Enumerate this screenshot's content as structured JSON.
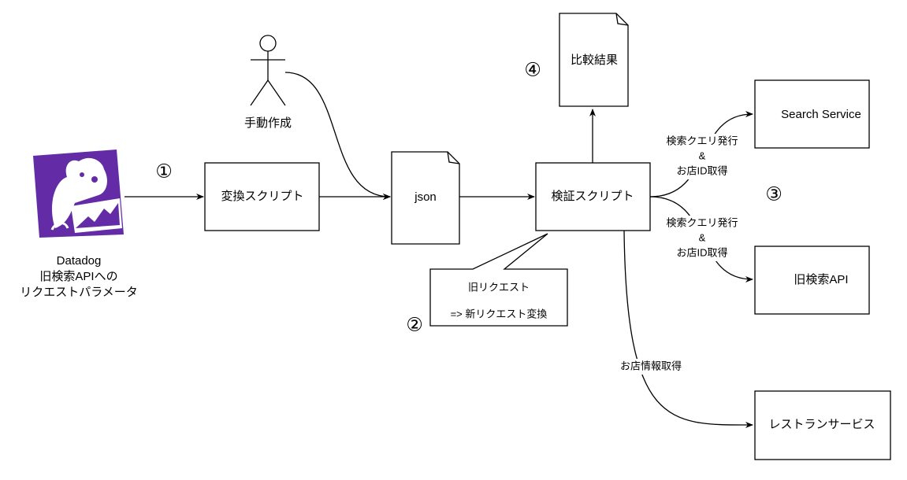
{
  "datadog": {
    "logo_text": "Datadog",
    "label_lines": [
      "Datadog",
      "旧検索APIへの",
      "リクエストパラメータ"
    ],
    "brand_color": "#632ca6"
  },
  "steps": {
    "one": "①",
    "two": "②",
    "three": "③",
    "four": "④"
  },
  "actor": {
    "label": "手動作成"
  },
  "nodes": {
    "convert_script": "変換スクリプト",
    "json": "json",
    "verify_script": "検証スクリプト",
    "compare_result": "比較結果",
    "search_service": "Search Service",
    "old_search_api": "旧検索API",
    "restaurant_service": "レストランサービス"
  },
  "callout": {
    "line1": "旧リクエスト",
    "line2": "=> 新リクエスト変換"
  },
  "edges": {
    "search_label": [
      "検索クエリ発行",
      "&",
      "お店ID取得"
    ],
    "old_api_label": [
      "検索クエリ発行",
      "&",
      "お店ID取得"
    ],
    "restaurant_label": "お店情報取得"
  }
}
